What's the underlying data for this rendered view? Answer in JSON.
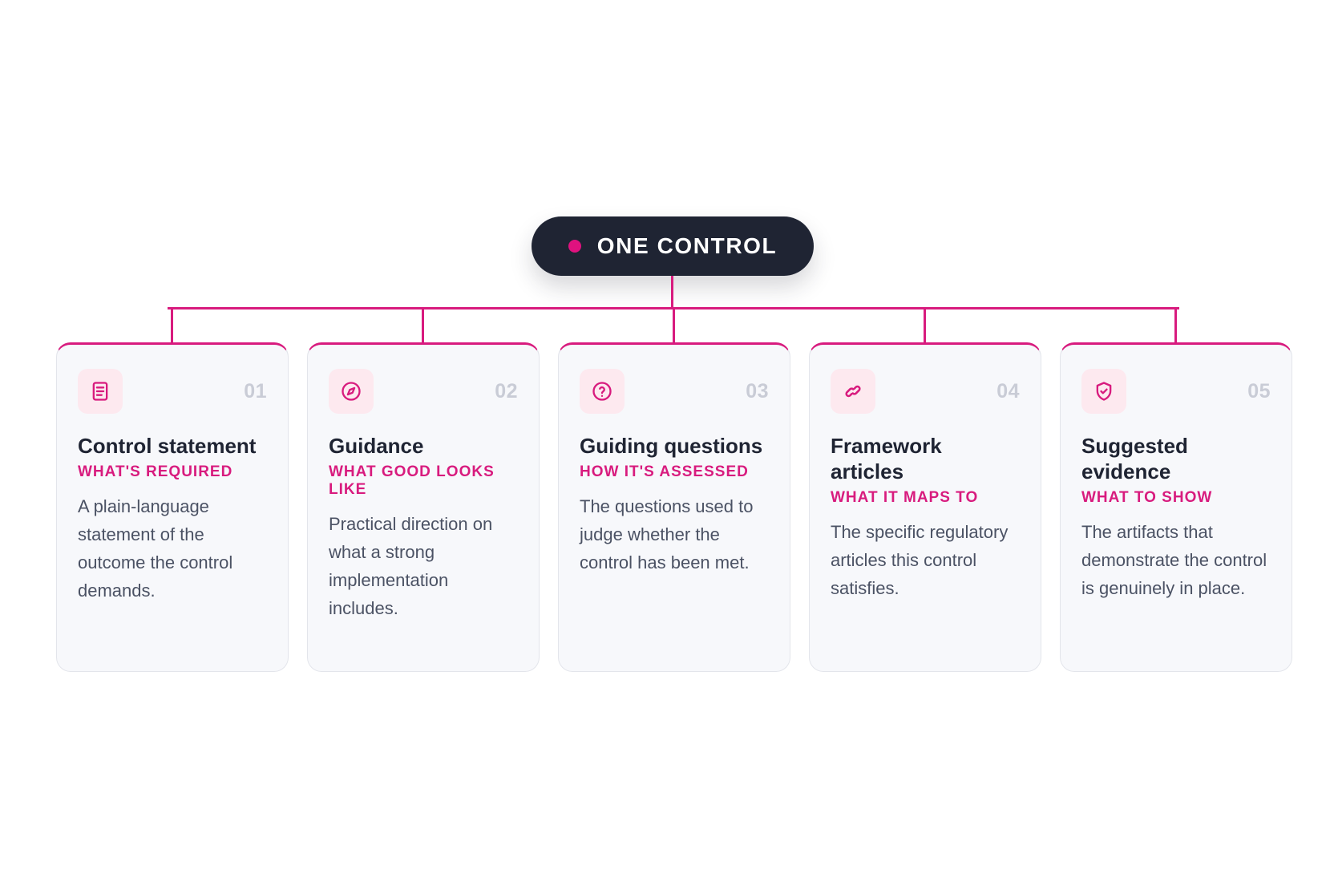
{
  "root": {
    "label": "ONE CONTROL"
  },
  "colors": {
    "accent": "#d81b7e",
    "dark": "#1f2433",
    "card_bg": "#f7f8fb",
    "icon_bg": "#fde9ef"
  },
  "cards": [
    {
      "number": "01",
      "icon": "document-icon",
      "title": "Control statement",
      "subtitle": "WHAT'S REQUIRED",
      "description": "A plain-language statement of the outcome the control demands."
    },
    {
      "number": "02",
      "icon": "compass-icon",
      "title": "Guidance",
      "subtitle": "WHAT GOOD LOOKS LIKE",
      "description": "Practical direction on what a strong implementation includes."
    },
    {
      "number": "03",
      "icon": "question-icon",
      "title": "Guiding questions",
      "subtitle": "HOW IT'S ASSESSED",
      "description": "The questions used to judge whether the control has been met."
    },
    {
      "number": "04",
      "icon": "link-icon",
      "title": "Framework articles",
      "subtitle": "WHAT IT MAPS TO",
      "description": "The specific regulatory articles this control satisfies."
    },
    {
      "number": "05",
      "icon": "shield-check-icon",
      "title": "Suggested evidence",
      "subtitle": "WHAT TO SHOW",
      "description": "The artifacts that demonstrate the control is genuinely in place."
    }
  ]
}
